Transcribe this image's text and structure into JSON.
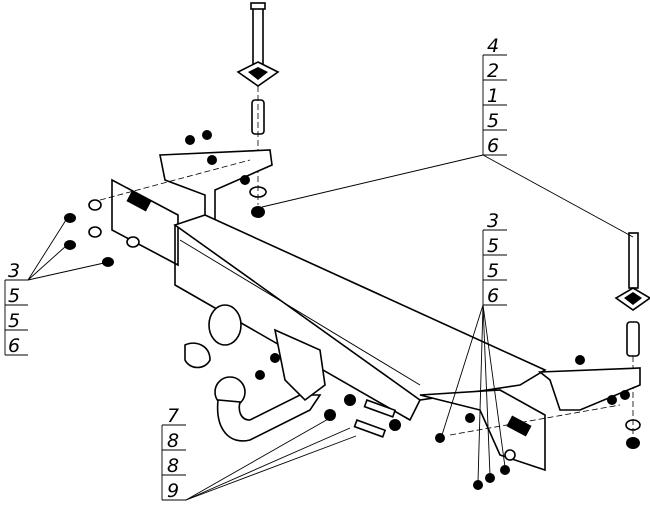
{
  "callouts": {
    "top_right": [
      "4",
      "2",
      "1",
      "5",
      "6"
    ],
    "left": [
      "3",
      "5",
      "5",
      "6"
    ],
    "middle_right": [
      "3",
      "5",
      "5",
      "6"
    ],
    "bottom": [
      "7",
      "8",
      "8",
      "9"
    ]
  }
}
